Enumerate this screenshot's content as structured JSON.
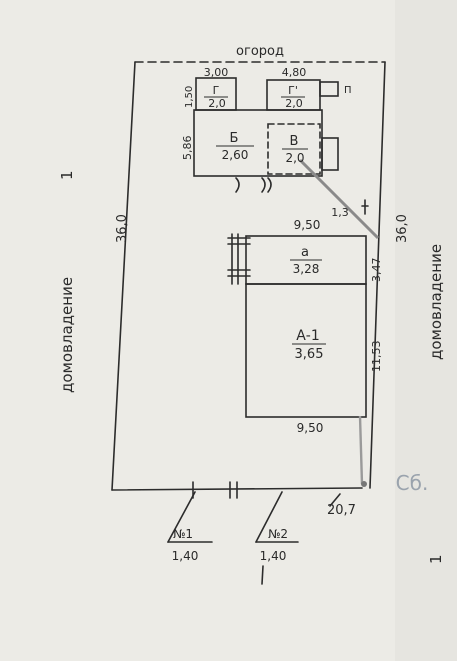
{
  "plan": {
    "garden_label": "огород",
    "side_left_label": "домовладение",
    "side_left_suffix": "1",
    "side_right_label": "домовладение",
    "side_right_suffix": "1",
    "left_length": "36,0",
    "right_length": "36,0",
    "bottom_length": "20,7",
    "stamp": "Сб.",
    "rooms": [
      {
        "id": "A-1",
        "name": "А-1",
        "height": "3,65"
      },
      {
        "id": "a",
        "name": "а",
        "height": "3,28"
      },
      {
        "id": "B",
        "name": "Б",
        "height": "2,60"
      },
      {
        "id": "V",
        "name": "В",
        "height": "2,0"
      },
      {
        "id": "G",
        "name": "Г",
        "height": "2,0"
      },
      {
        "id": "G1",
        "name": "Г'",
        "height": "2,0"
      }
    ],
    "dimensions": {
      "house_top": "9,50",
      "house_bottom": "9,50",
      "house_side": "11,53",
      "veranda_side": "3,47",
      "corner_mark": "1,3",
      "shed_B_side": "5,86",
      "shed_G_width": "3,00",
      "shed_G_side": "1,50",
      "shed_G1_width": "4,80",
      "gate_letter": "П"
    },
    "gates": [
      {
        "name": "№1",
        "width": "1,40"
      },
      {
        "name": "№2",
        "width": "1,40"
      }
    ]
  }
}
